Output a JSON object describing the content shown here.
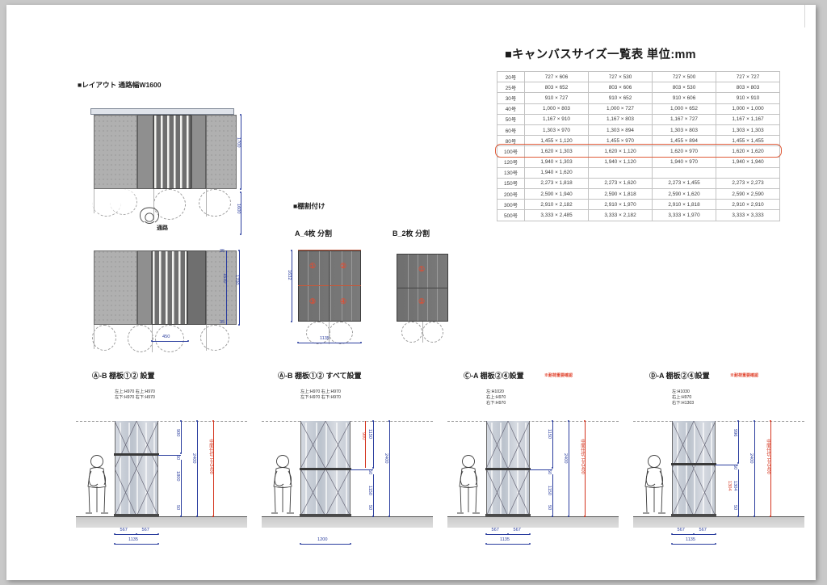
{
  "table_section": {
    "title": "■キャンバスサイズ一覧表  単位:mm",
    "rows": [
      {
        "go": "20号",
        "c1": "727 × 606",
        "c2": "727 × 530",
        "c3": "727 × 500",
        "c4": "727 × 727"
      },
      {
        "go": "25号",
        "c1": "803 × 652",
        "c2": "803 × 606",
        "c3": "803 × 530",
        "c4": "803 × 803"
      },
      {
        "go": "30号",
        "c1": "910 × 727",
        "c2": "910 × 652",
        "c3": "910 × 606",
        "c4": "910 × 910"
      },
      {
        "go": "40号",
        "c1": "1,000 × 803",
        "c2": "1,000 × 727",
        "c3": "1,000 × 652",
        "c4": "1,000 × 1,000"
      },
      {
        "go": "50号",
        "c1": "1,167 × 910",
        "c2": "1,167 × 803",
        "c3": "1,167 × 727",
        "c4": "1,167 × 1,167"
      },
      {
        "go": "60号",
        "c1": "1,303 × 970",
        "c2": "1,303 × 894",
        "c3": "1,303 × 803",
        "c4": "1,303 × 1,303"
      },
      {
        "go": "80号",
        "c1": "1,455 × 1,120",
        "c2": "1,455 × 970",
        "c3": "1,455 × 894",
        "c4": "1,455 × 1,455"
      },
      {
        "go": "100号",
        "c1": "1,620 × 1,303",
        "c2": "1,620 × 1,120",
        "c3": "1,620 × 970",
        "c4": "1,620 × 1,620",
        "highlight": true
      },
      {
        "go": "120号",
        "c1": "1,940 × 1,303",
        "c2": "1,940 × 1,120",
        "c3": "1,940 × 970",
        "c4": "1,940 × 1,940"
      },
      {
        "go": "130号",
        "c1": "1,940 × 1,620",
        "c2": "",
        "c3": "",
        "c4": ""
      },
      {
        "go": "150号",
        "c1": "2,273 × 1,818",
        "c2": "2,273 × 1,620",
        "c3": "2,273 × 1,455",
        "c4": "2,273 × 2,273"
      },
      {
        "go": "200号",
        "c1": "2,590 × 1,940",
        "c2": "2,590 × 1,818",
        "c3": "2,590 × 1,620",
        "c4": "2,590 × 2,590"
      },
      {
        "go": "300号",
        "c1": "2,910 × 2,182",
        "c2": "2,910 × 1,970",
        "c3": "2,910 × 1,818",
        "c4": "2,910 × 2,910"
      },
      {
        "go": "500号",
        "c1": "3,333 × 2,485",
        "c2": "3,333 × 2,182",
        "c3": "3,333 × 1,970",
        "c4": "3,333 × 3,333"
      }
    ],
    "highlight_color": "#e05c3a"
  },
  "layout_section": {
    "title": "■レイアウト  通路幅W1600",
    "plan_top": {
      "dim_height": "1700",
      "dim_aisle": "1600",
      "aisle_label": "通路"
    },
    "plan_bottom": {
      "dim_gap_top": "35",
      "dim_inner": "1630",
      "dim_outer": "1700",
      "dim_gap_bottom": "35",
      "dim_door": "450"
    }
  },
  "shelf_section": {
    "title": "■棚割付け",
    "variant_a": {
      "label": "A_4枚  分割",
      "dim_height": "1632",
      "dim_width": "1135",
      "cells": [
        "①",
        "②",
        "③",
        "④"
      ]
    },
    "variant_b": {
      "label": "B_2枚  分割",
      "cells": [
        "①",
        "②"
      ]
    }
  },
  "elevations": [
    {
      "title": "Ⓐ-B  棚板①②  設置",
      "warning": "",
      "notes": [
        "左上:H970   右上:H970",
        "左下:H970   右下:H970"
      ],
      "dims": {
        "d_top": "900",
        "d_shelf": "50",
        "d_mid": "1800",
        "d_base": "50",
        "d_total": "2400",
        "red_label": "中間仕切 H=2400",
        "w_left": "567",
        "w_right": "567",
        "w_total": "1135"
      }
    },
    {
      "title": "Ⓐ-B  棚板①②  すべて設置",
      "warning": "",
      "notes": [
        "左上:H970   右上:H970",
        "左下:H970   右下:H970"
      ],
      "dims": {
        "d_top": "1150",
        "d_shelf": "50",
        "d_mid": "1150",
        "d_base": "50",
        "d_total": "2400",
        "red_label": "900",
        "w_total": "1200"
      }
    },
    {
      "title": "Ⓒ-A  棚板②④設置",
      "warning": "※耐荷重要確認",
      "notes": [
        "左:H1020",
        "右上:H970",
        "右下:H970"
      ],
      "dims": {
        "d_top": "1150",
        "d_shelf": "50",
        "d_mid": "1150",
        "d_base": "50",
        "d_total": "2400",
        "red_label": "中間仕切 H=2400",
        "w_left": "567",
        "w_right": "567",
        "w_total": "1135"
      }
    },
    {
      "title": "Ⓓ-A  棚板②④設置",
      "warning": "※耐荷重要確認",
      "notes": [
        "左:H1030",
        "右上:H970",
        "右下:H1303"
      ],
      "dims": {
        "d_top": "996",
        "d_shelf": "50",
        "d_mid": "1304",
        "d_mid2": "1304",
        "d_base": "50",
        "d_total": "2400",
        "red_label": "中間仕切 H=2400",
        "w_left": "567",
        "w_right": "567",
        "w_total": "1135"
      }
    }
  ]
}
